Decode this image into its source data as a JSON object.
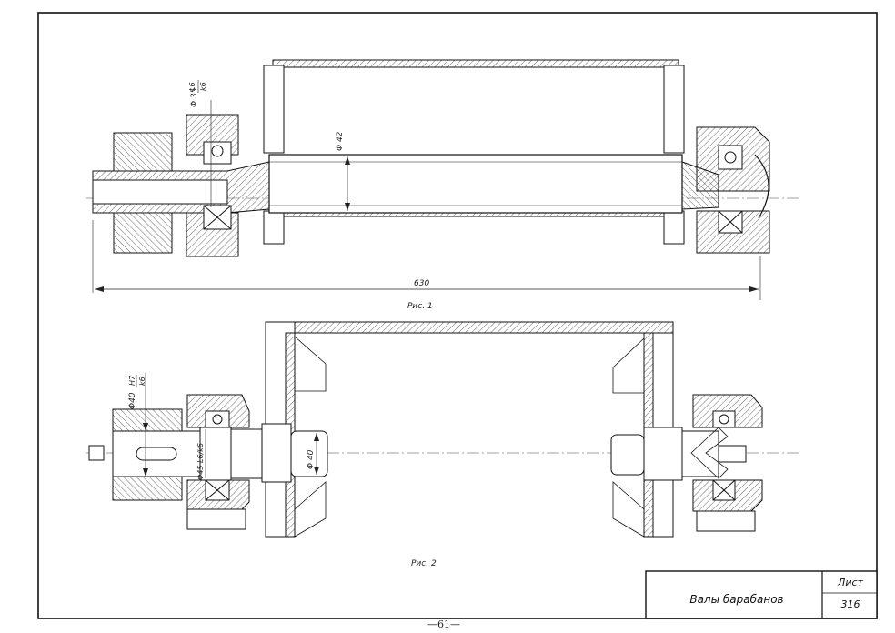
{
  "title_block": {
    "title": "Валы барабанов",
    "sheet_label": "Лист",
    "sheet_number": "316"
  },
  "page_number": "—61—",
  "figure1": {
    "caption": "Рис. 1",
    "dim_total": "630",
    "dim_shaft": "Φ 42",
    "dim_bearing": "Φ 35",
    "dim_bearing_fit_top": "L6",
    "dim_bearing_fit_bottom": "k6"
  },
  "figure2": {
    "caption": "Рис. 2",
    "dim_end": "Φ40",
    "dim_end_fit_top": "H7",
    "dim_end_fit_bottom": "k6",
    "dim_bearing": "Φ45 L6/k6",
    "dim_shaft": "Φ 40"
  }
}
